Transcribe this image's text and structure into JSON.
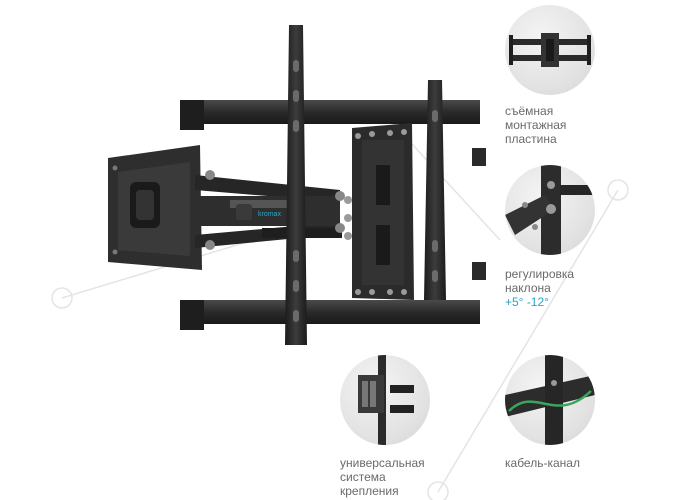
{
  "features": {
    "plate": {
      "lines": [
        "съёмная",
        "монтажная",
        "пластина"
      ]
    },
    "tilt": {
      "lines": [
        "регулировка",
        "наклона"
      ],
      "range": "+5° -12°"
    },
    "system": {
      "lines": [
        "универсальная",
        "система",
        "крепления"
      ]
    },
    "cable": {
      "lines": [
        "кабель-канал"
      ]
    }
  },
  "brand": {
    "name": "kromax"
  },
  "colors": {
    "accent": "#2aa6c7",
    "metal": "#2b2b2b",
    "label": "#6a6a6a"
  }
}
